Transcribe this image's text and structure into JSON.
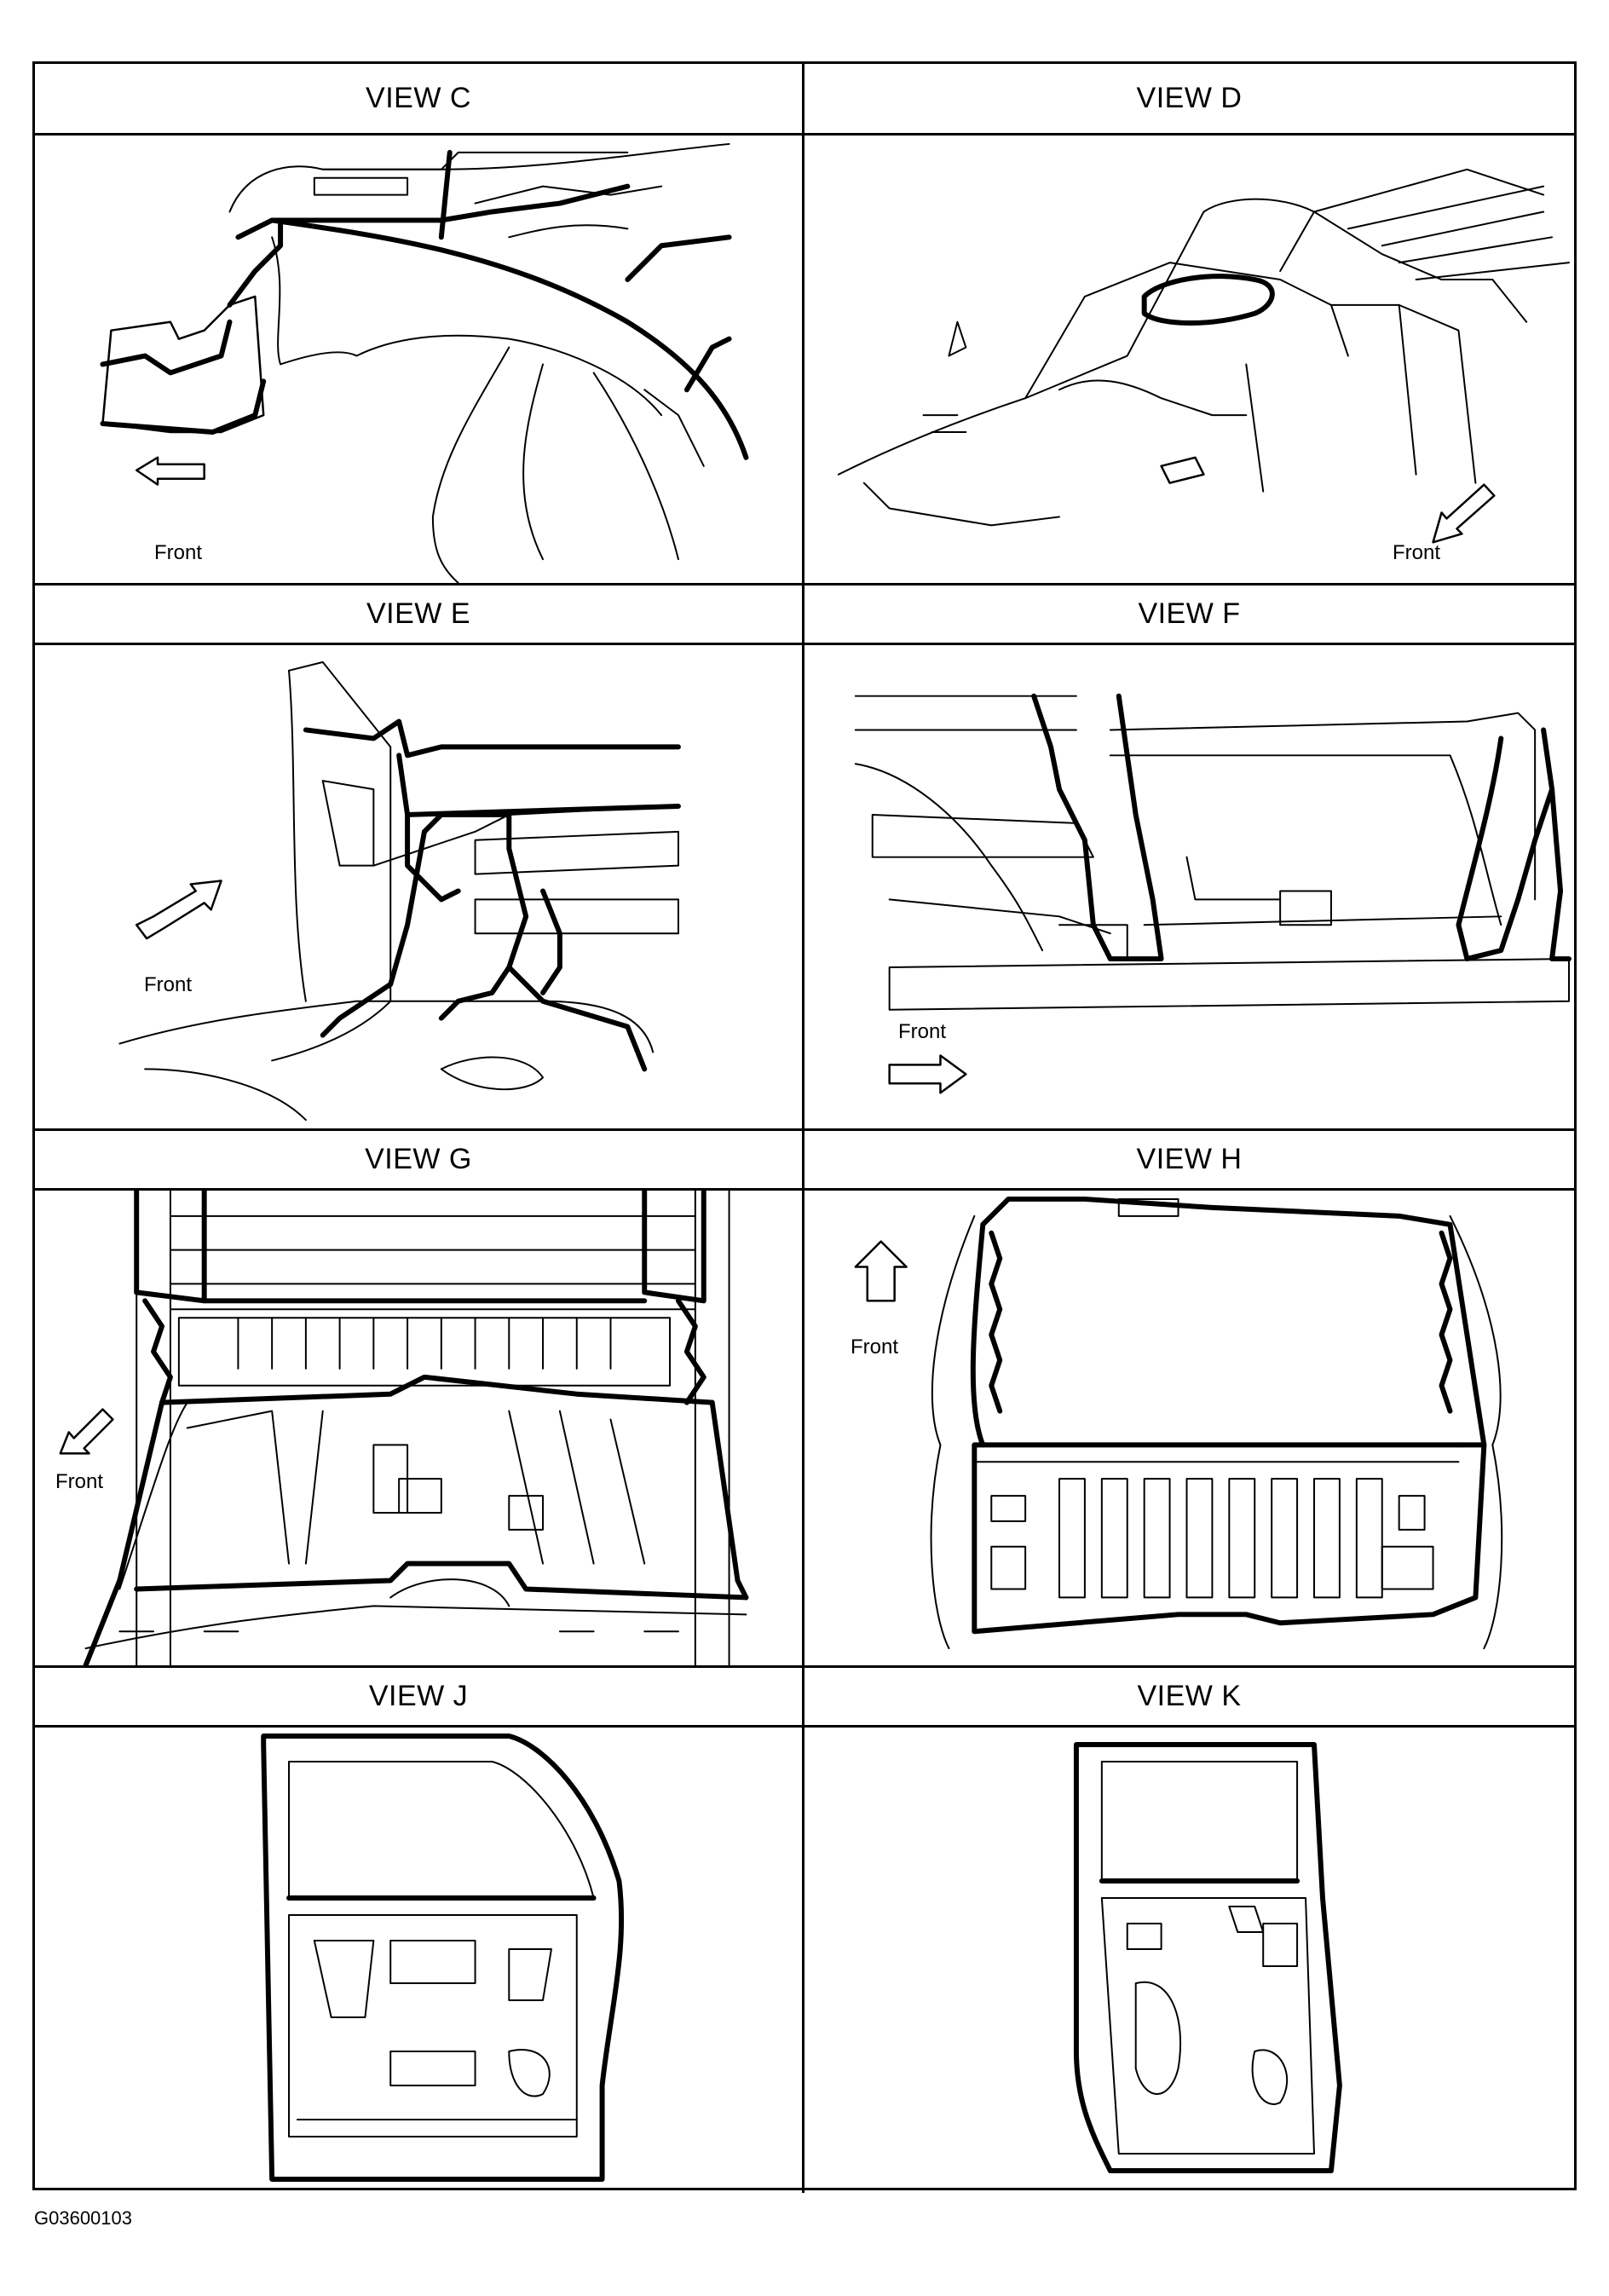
{
  "views": [
    {
      "id": "c",
      "title": "VIEW C",
      "arrow_label": "Front"
    },
    {
      "id": "d",
      "title": "VIEW D",
      "arrow_label": "Front"
    },
    {
      "id": "e",
      "title": "VIEW E",
      "arrow_label": "Front"
    },
    {
      "id": "f",
      "title": "VIEW F",
      "arrow_label": "Front"
    },
    {
      "id": "g",
      "title": "VIEW G",
      "arrow_label": "Front"
    },
    {
      "id": "h",
      "title": "VIEW H",
      "arrow_label": "Front"
    },
    {
      "id": "j",
      "title": "VIEW J"
    },
    {
      "id": "k",
      "title": "VIEW K"
    }
  ],
  "figure_code": "G03600103",
  "icons": [
    "front-arrow-icon"
  ]
}
